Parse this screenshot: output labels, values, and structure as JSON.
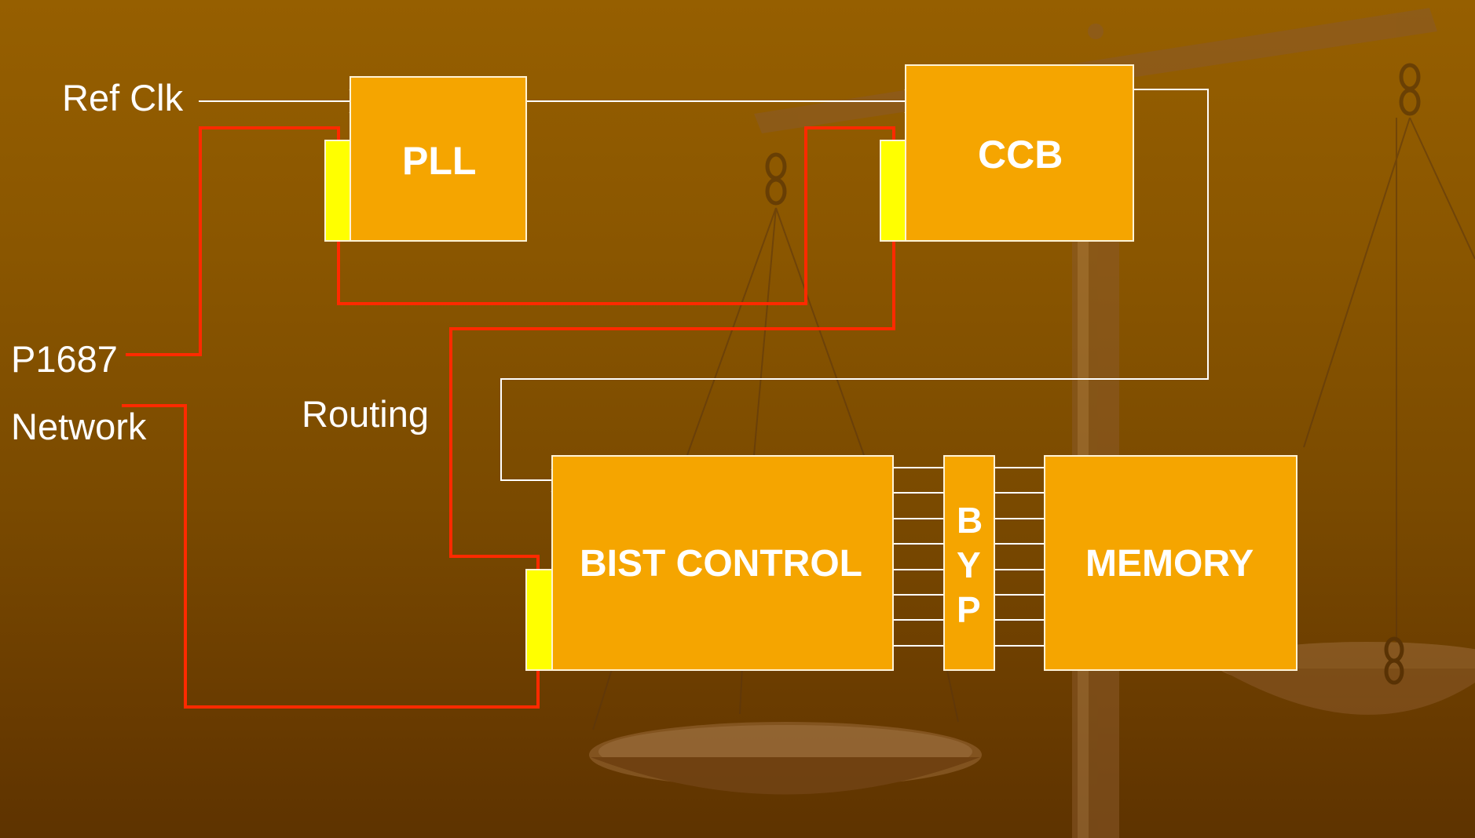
{
  "labels": {
    "ref_clk": "Ref Clk",
    "p1687": "P1687",
    "network": "Network",
    "routing": "Routing"
  },
  "blocks": {
    "pll": "PLL",
    "ccb": "CCB",
    "bist": "BIST CONTROL",
    "byp": [
      "B",
      "Y",
      "P"
    ],
    "memory": "MEMORY"
  },
  "colors": {
    "block_fill": "#f5a500",
    "port_fill": "#ffff00",
    "p1687_wire": "#ff2a00",
    "clock_wire": "#ffffff"
  }
}
